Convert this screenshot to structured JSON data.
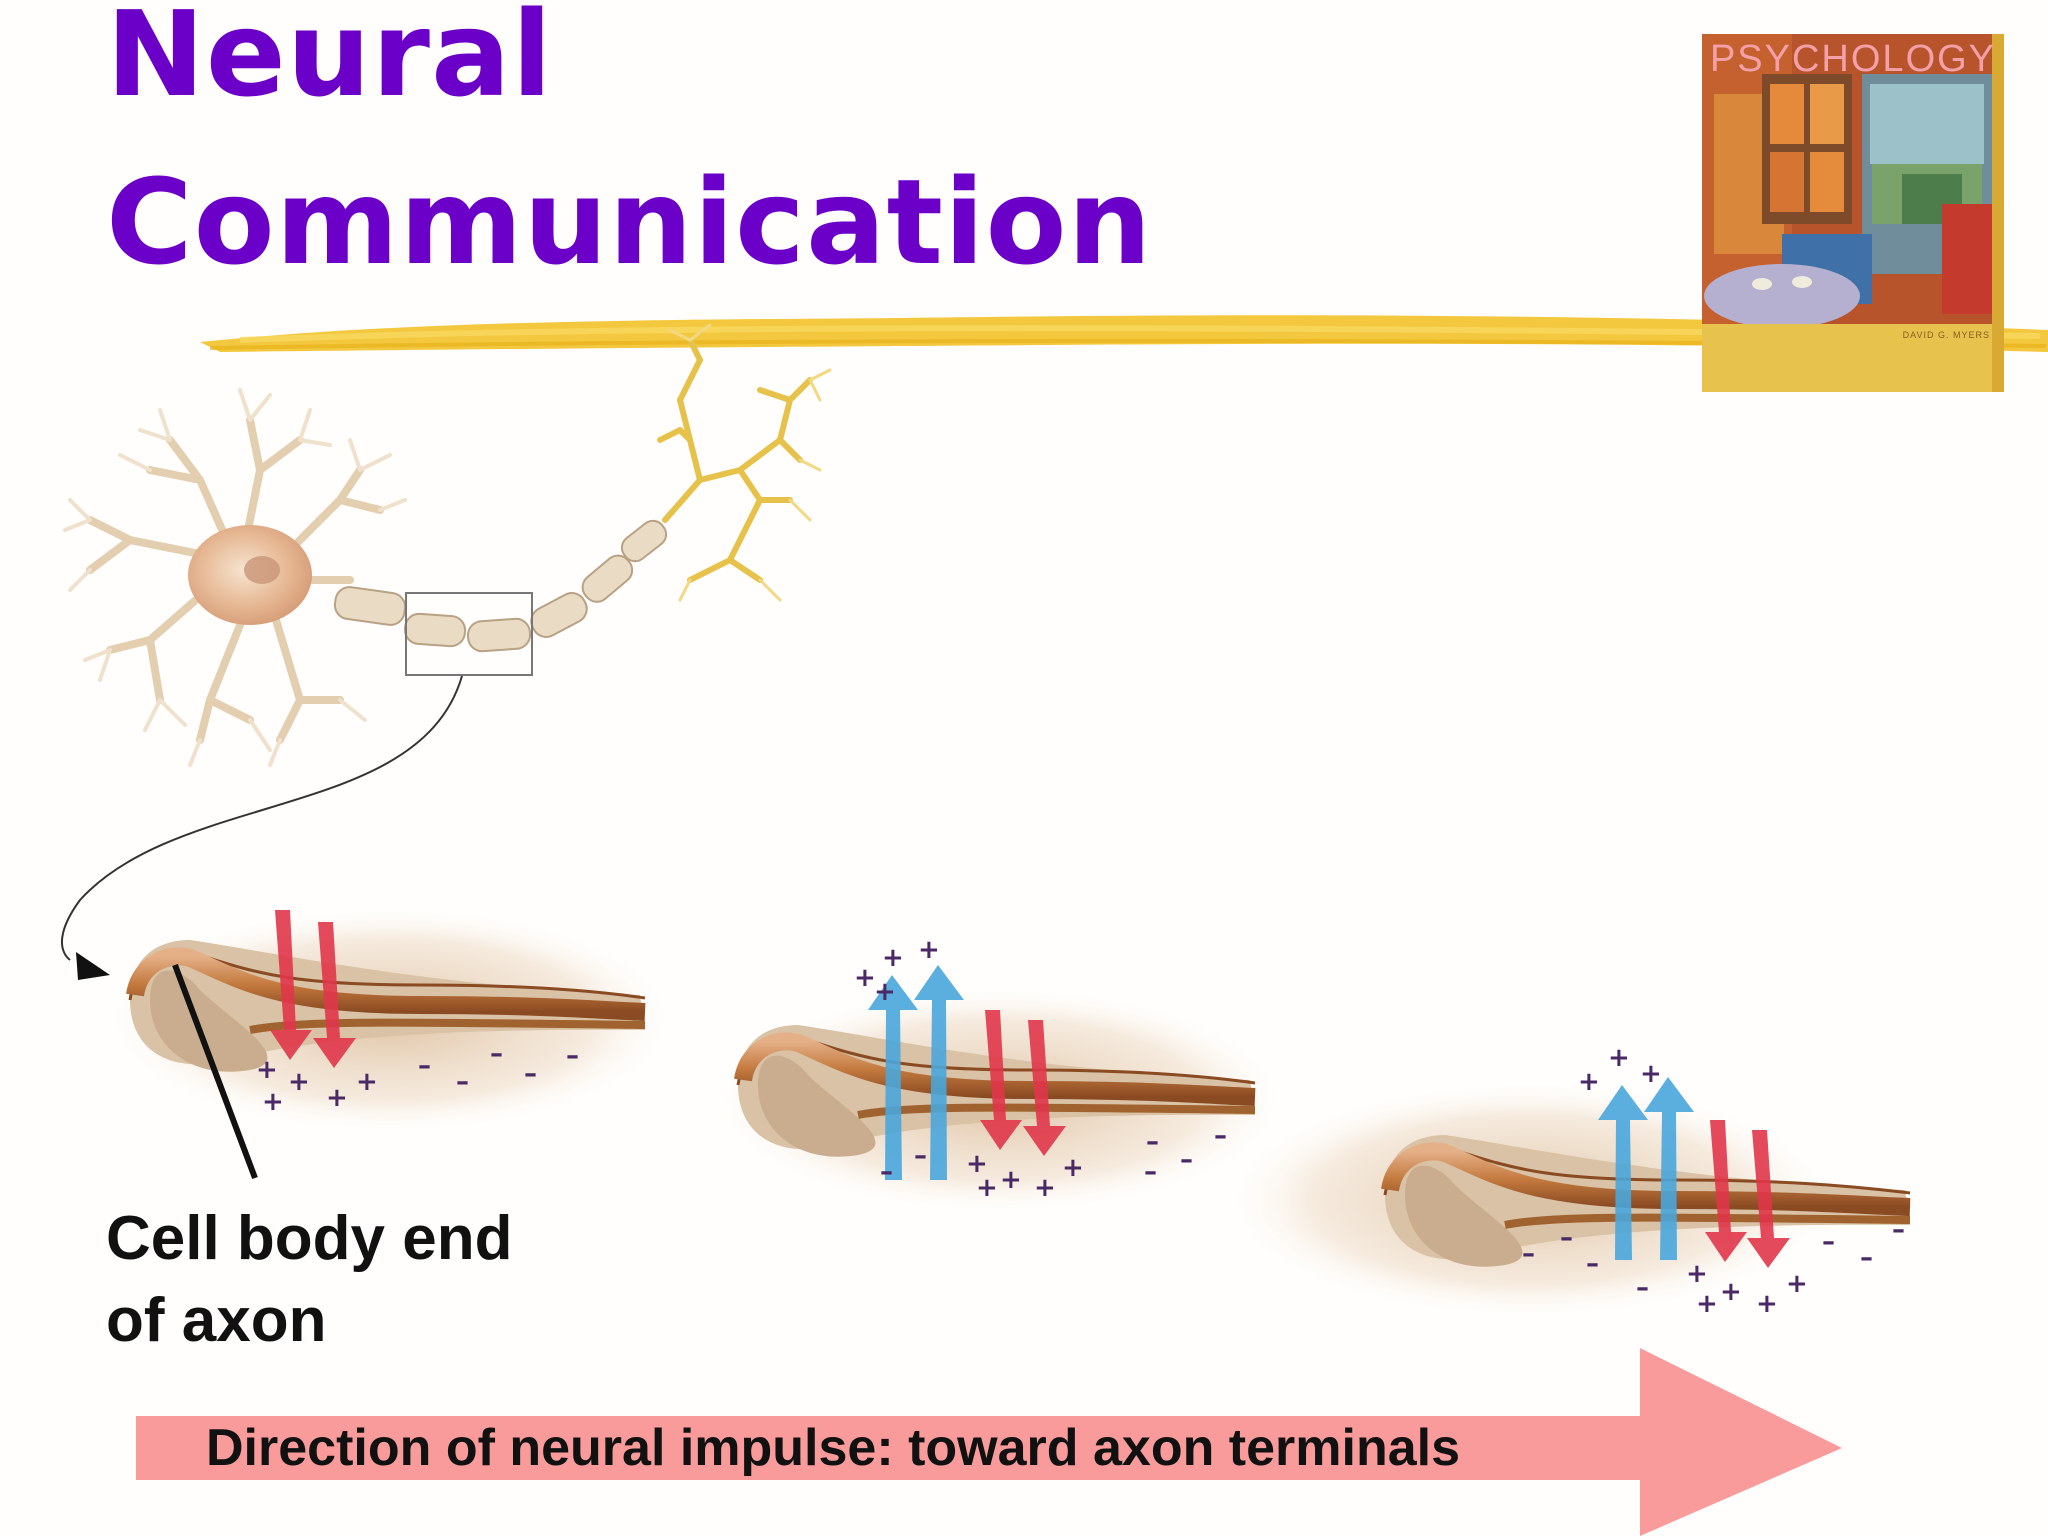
{
  "slide": {
    "title_line1": "Neural",
    "title_line2": "Communication",
    "title_color": "#6b00c9",
    "underline_color": "#f2c22a"
  },
  "book_cover": {
    "title": "PSYCHOLOGY",
    "author": "DAVID G. MYERS"
  },
  "diagram": {
    "callout_label_line1": "Cell body end",
    "callout_label_line2": "of axon",
    "direction_label": "Direction of neural impulse: toward axon terminals",
    "direction_arrow_color": "#f99b9b",
    "inflow_arrow_color": "#e0364a",
    "outflow_arrow_color": "#49a6dc",
    "axon_color": "#c47a3e",
    "stages": [
      {
        "name": "stage-1",
        "outside_top": [],
        "inside": "++ ++ +",
        "inside_right": "– – – – – –"
      },
      {
        "name": "stage-2",
        "outside_top": "+++ +",
        "inside": "++ ++ +",
        "inside_right": "– – – –"
      },
      {
        "name": "stage-3",
        "outside_top": "+++ +",
        "inside": "++ ++ +",
        "inside_right": "– – – –"
      }
    ]
  }
}
